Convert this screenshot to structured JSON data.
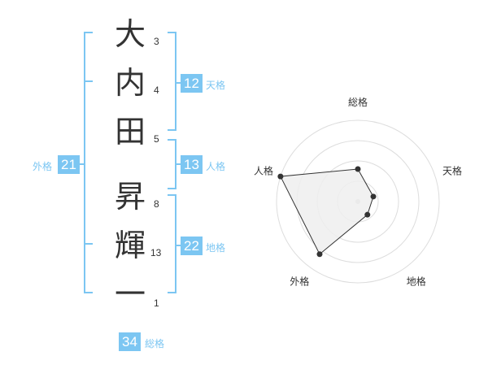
{
  "name": {
    "characters": [
      {
        "char": "大",
        "strokes": "3"
      },
      {
        "char": "内",
        "strokes": "4"
      },
      {
        "char": "田",
        "strokes": "5"
      },
      {
        "char": "昇",
        "strokes": "8"
      },
      {
        "char": "輝",
        "strokes": "13"
      },
      {
        "char": "一",
        "strokes": "1"
      }
    ]
  },
  "fortunes": {
    "tenkaku": {
      "value": "12",
      "label": "天格"
    },
    "jinkaku": {
      "value": "13",
      "label": "人格"
    },
    "chikaku": {
      "value": "22",
      "label": "地格"
    },
    "gaikaku": {
      "value": "21",
      "label": "外格"
    },
    "soukaku": {
      "value": "34",
      "label": "総格"
    }
  },
  "colors": {
    "accent": "#7cc6f2",
    "text": "#333333",
    "ring": "#dddddd",
    "fill": "#eeeeee"
  },
  "chart_data": {
    "type": "radar",
    "axes": [
      "総格",
      "天格",
      "地格",
      "外格",
      "人格"
    ],
    "values": [
      2,
      1,
      1,
      4,
      5
    ],
    "max": 5,
    "rings": 4
  }
}
